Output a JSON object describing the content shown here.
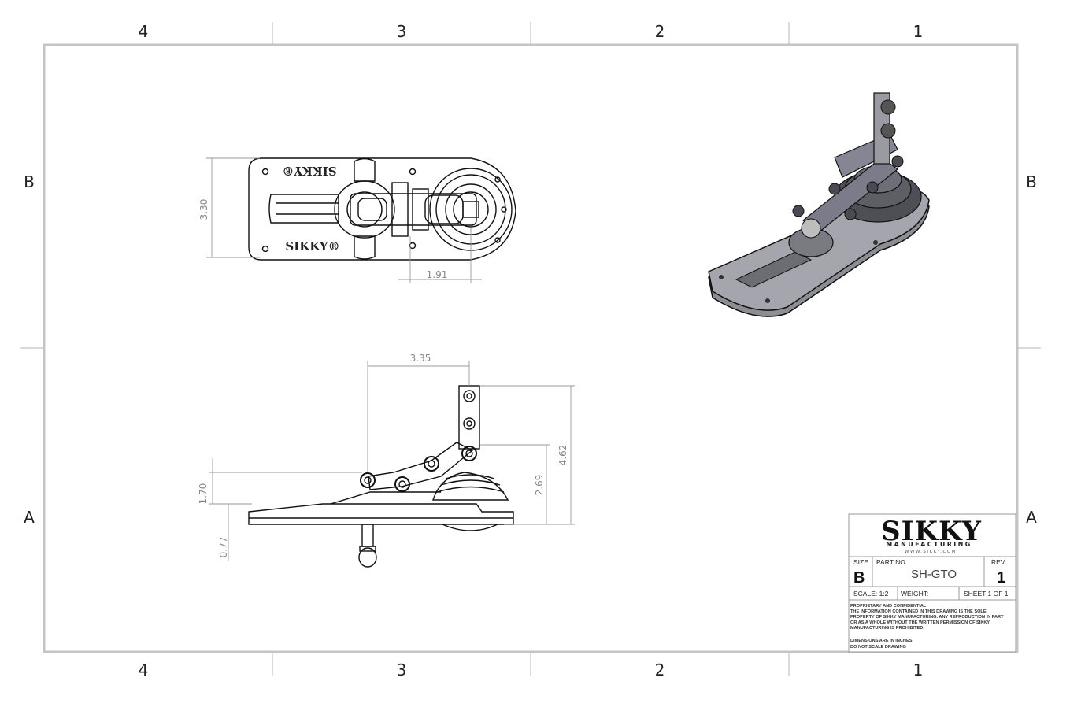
{
  "sheet": {
    "column_labels": [
      "4",
      "3",
      "2",
      "1"
    ],
    "row_labels": [
      "B",
      "A"
    ]
  },
  "dimensions": {
    "top_height": "3.30",
    "top_width": "1.91",
    "front_width": "3.35",
    "front_overall_height": "4.62",
    "front_mid_height": "2.69",
    "front_left_height": "1.70",
    "front_bottom": "0.77"
  },
  "plate_text": {
    "logo_1": "SIKKY®",
    "logo_2": "SIKKY®"
  },
  "title_block": {
    "company": "SIKKY",
    "company_sub": "MANUFACTURING",
    "website": "WWW.SIKKY.COM",
    "size_label": "SIZE",
    "size_value": "B",
    "part_label": "PART NO.",
    "part_value": "SH-GTO",
    "rev_label": "REV",
    "rev_value": "1",
    "scale": "SCALE: 1:2",
    "weight": "WEIGHT:",
    "sheet": "SHEET 1 OF 1",
    "notice_1": "PROPRIETARY AND CONFIDENTIAL",
    "notice_2": "THE INFORMATION CONTAINED IN THIS DRAWING IS THE SOLE",
    "notice_3": "PROPERTY OF SIKKY MANUFACTURING. ANY REPRODUCTION IN PART",
    "notice_4": "OR AS A WHOLE WITHOUT THE WRITTEN PERMISSION OF SIKKY",
    "notice_5": "MANUFACTURING IS PROHIBITED.",
    "note_1": "DIMENSIONS ARE IN INCHES",
    "note_2": "DO NOT SCALE DRAWING"
  }
}
